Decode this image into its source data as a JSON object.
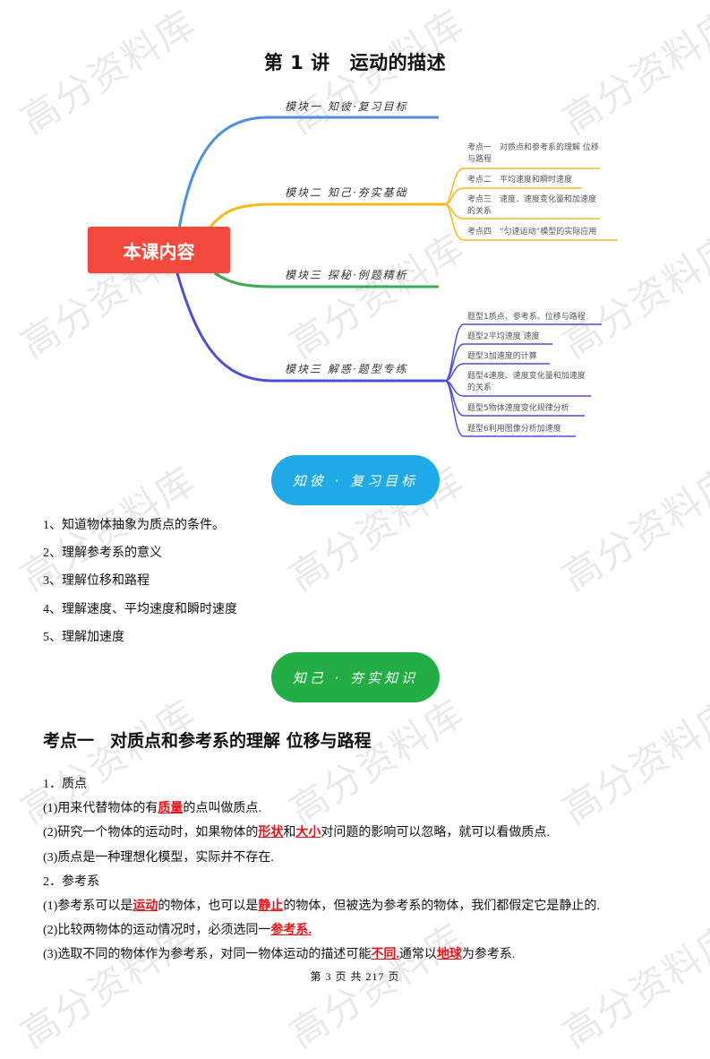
{
  "watermark": "高分资料库",
  "title": {
    "lecture": "第 1 讲",
    "topic": "运动的描述"
  },
  "mindmap": {
    "root": "本课内容",
    "branches": [
      {
        "label": "模块一 知彼·复习目标",
        "color": "#4a8fe0",
        "leaves": []
      },
      {
        "label": "模块二 知己·夯实基础",
        "color": "#f5b918",
        "leaves": [
          "考点一　对质点和参考系的理解 位移与路程",
          "考点二　平均速度和瞬时速度",
          "考点三　速度、速度变化量和加速度的关系",
          "考点四　“匀速运动”模型的实际应用"
        ]
      },
      {
        "label": "模块三 探秘·例题精析",
        "color": "#3dab4f",
        "leaves": []
      },
      {
        "label": "模块三 解惑·题型专练",
        "color": "#4b4fd8",
        "leaves": [
          "题型1质点、参考系、位移与路程",
          "题型2平均速度 速度",
          "题型3加速度的计算",
          "题型4速度、速度变化量和加速度的关系",
          "题型5物体速度变化规律分析",
          "题型6利用图像分析加速度"
        ]
      }
    ]
  },
  "section_review": {
    "pill": "知彼 · 复习目标",
    "goals": [
      "1、知道物体抽象为质点的条件。",
      "2、理解参考系的意义",
      "3、理解位移和路程",
      "4、理解速度、平均速度和瞬时速度",
      "5、理解加速度"
    ]
  },
  "section_basics": {
    "pill": "知己 · 夯实知识",
    "heading_num": "考点一",
    "heading_text": "对质点和参考系的理解  位移与路程",
    "lines": [
      {
        "parts": [
          {
            "t": "1．质点"
          }
        ]
      },
      {
        "parts": [
          {
            "t": "(1)用来代替物体的有"
          },
          {
            "t": "质量",
            "kw": true
          },
          {
            "t": "的点叫做质点."
          }
        ]
      },
      {
        "parts": [
          {
            "t": "(2)研究一个物体的运动时，如果物体的"
          },
          {
            "t": "形状",
            "kw": true
          },
          {
            "t": "和"
          },
          {
            "t": "大小",
            "kw": true
          },
          {
            "t": "对问题的影响可以忽略，就可以看做质点."
          }
        ]
      },
      {
        "parts": [
          {
            "t": "(3)质点是一种理想化模型，实际并不存在."
          }
        ]
      },
      {
        "parts": [
          {
            "t": "2．参考系"
          }
        ]
      },
      {
        "parts": [
          {
            "t": "(1)参考系可以是"
          },
          {
            "t": "运动",
            "kw": true
          },
          {
            "t": "的物体，也可以是"
          },
          {
            "t": "静止",
            "kw": true
          },
          {
            "t": "的物体，但被选为参考系的物体，我们都假定它是静止的."
          }
        ]
      },
      {
        "parts": [
          {
            "t": "(2)比较两物体的运动情况时，必须选同一"
          },
          {
            "t": "参考系.",
            "kw": true
          }
        ]
      },
      {
        "parts": [
          {
            "t": "(3)选取不同的物体作为参考系，对同一物体运动的描述可能"
          },
          {
            "t": "不同.",
            "kw": true
          },
          {
            "t": "通常以"
          },
          {
            "t": "地球",
            "kw": true
          },
          {
            "t": "为参考系."
          }
        ]
      }
    ]
  },
  "footer": "第 3 页 共 217 页"
}
